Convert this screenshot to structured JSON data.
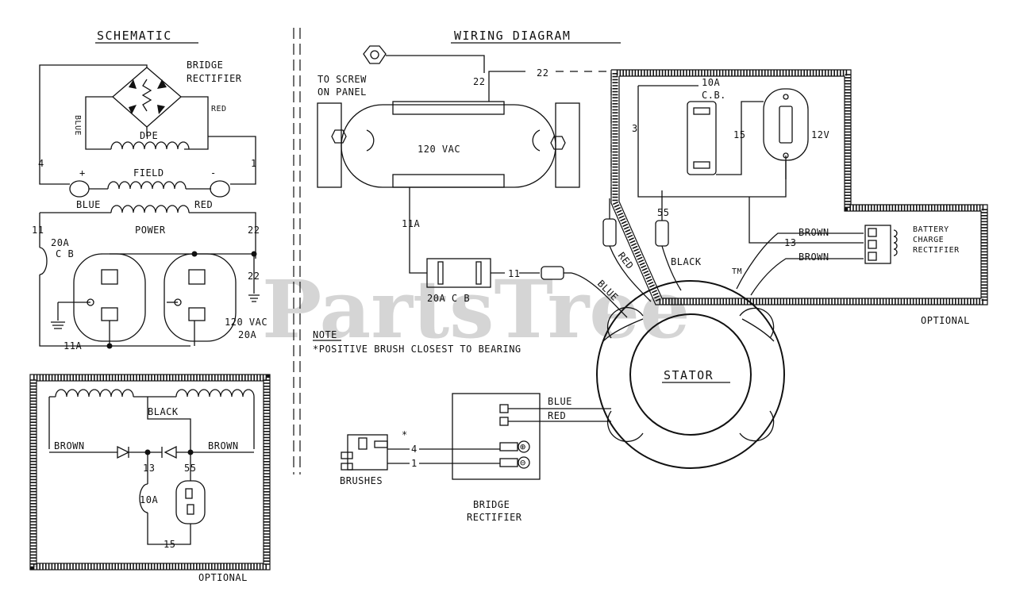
{
  "schematic": {
    "title": "SCHEMATIC",
    "bridge_rectifier": [
      "BRIDGE",
      "RECTIFIER"
    ],
    "blue_vertical": "BLUE",
    "red_vertical": "RED",
    "dpe": "DPE",
    "field": "FIELD",
    "plus": "+",
    "minus": "-",
    "wire_4": "4",
    "wire_1": "1",
    "power_blue": "BLUE",
    "power_red": "RED",
    "power": "POWER",
    "wire_11": "11",
    "wire_22_top": "22",
    "cb_20a": [
      "20A",
      "C B"
    ],
    "wire_22_mid": "22",
    "rating": [
      "120 VAC",
      "20A"
    ],
    "wire_11a": "11A",
    "optional_black": "BLACK",
    "optional_brown_left": "BROWN",
    "optional_brown_right": "BROWN",
    "optional_13": "13",
    "optional_55": "55",
    "optional_10a": "10A",
    "optional_15": "15",
    "optional_label": "OPTIONAL"
  },
  "wiring": {
    "title": "WIRING DIAGRAM",
    "screw_note": [
      "TO SCREW",
      "ON PANEL"
    ],
    "wire_22_left": "22",
    "wire_22_top": "22",
    "receptacle": "120 VAC",
    "wire_11a": "11A",
    "cb_20a": "20A C B",
    "wire_11": "11",
    "blue": "BLUE",
    "red": "RED",
    "black": "BLACK",
    "wire_55": "55",
    "wire_3": "3",
    "cb_10a": [
      "10A",
      "C.B."
    ],
    "wire_15": "15",
    "v12": "12V",
    "brown_top": "BROWN",
    "brown_bottom": "BROWN",
    "wire_13": "13",
    "battery_charge": [
      "BATTERY",
      "CHARGE",
      "RECTIFIER"
    ],
    "optional_label": "OPTIONAL",
    "note_title": "NOTE",
    "note_text": "*POSITIVE BRUSH CLOSEST TO BEARING",
    "stator": "STATOR",
    "rect_blue": "BLUE",
    "rect_red": "RED",
    "star": "*",
    "wire_4": "4",
    "wire_1": "1",
    "brushes": "BRUSHES",
    "bridge_rectifier": [
      "BRIDGE",
      "RECTIFIER"
    ],
    "plus_symbol": "⊕",
    "minus_symbol": "⊖"
  },
  "watermark": {
    "text": "PartsTree",
    "tm": "TM"
  }
}
